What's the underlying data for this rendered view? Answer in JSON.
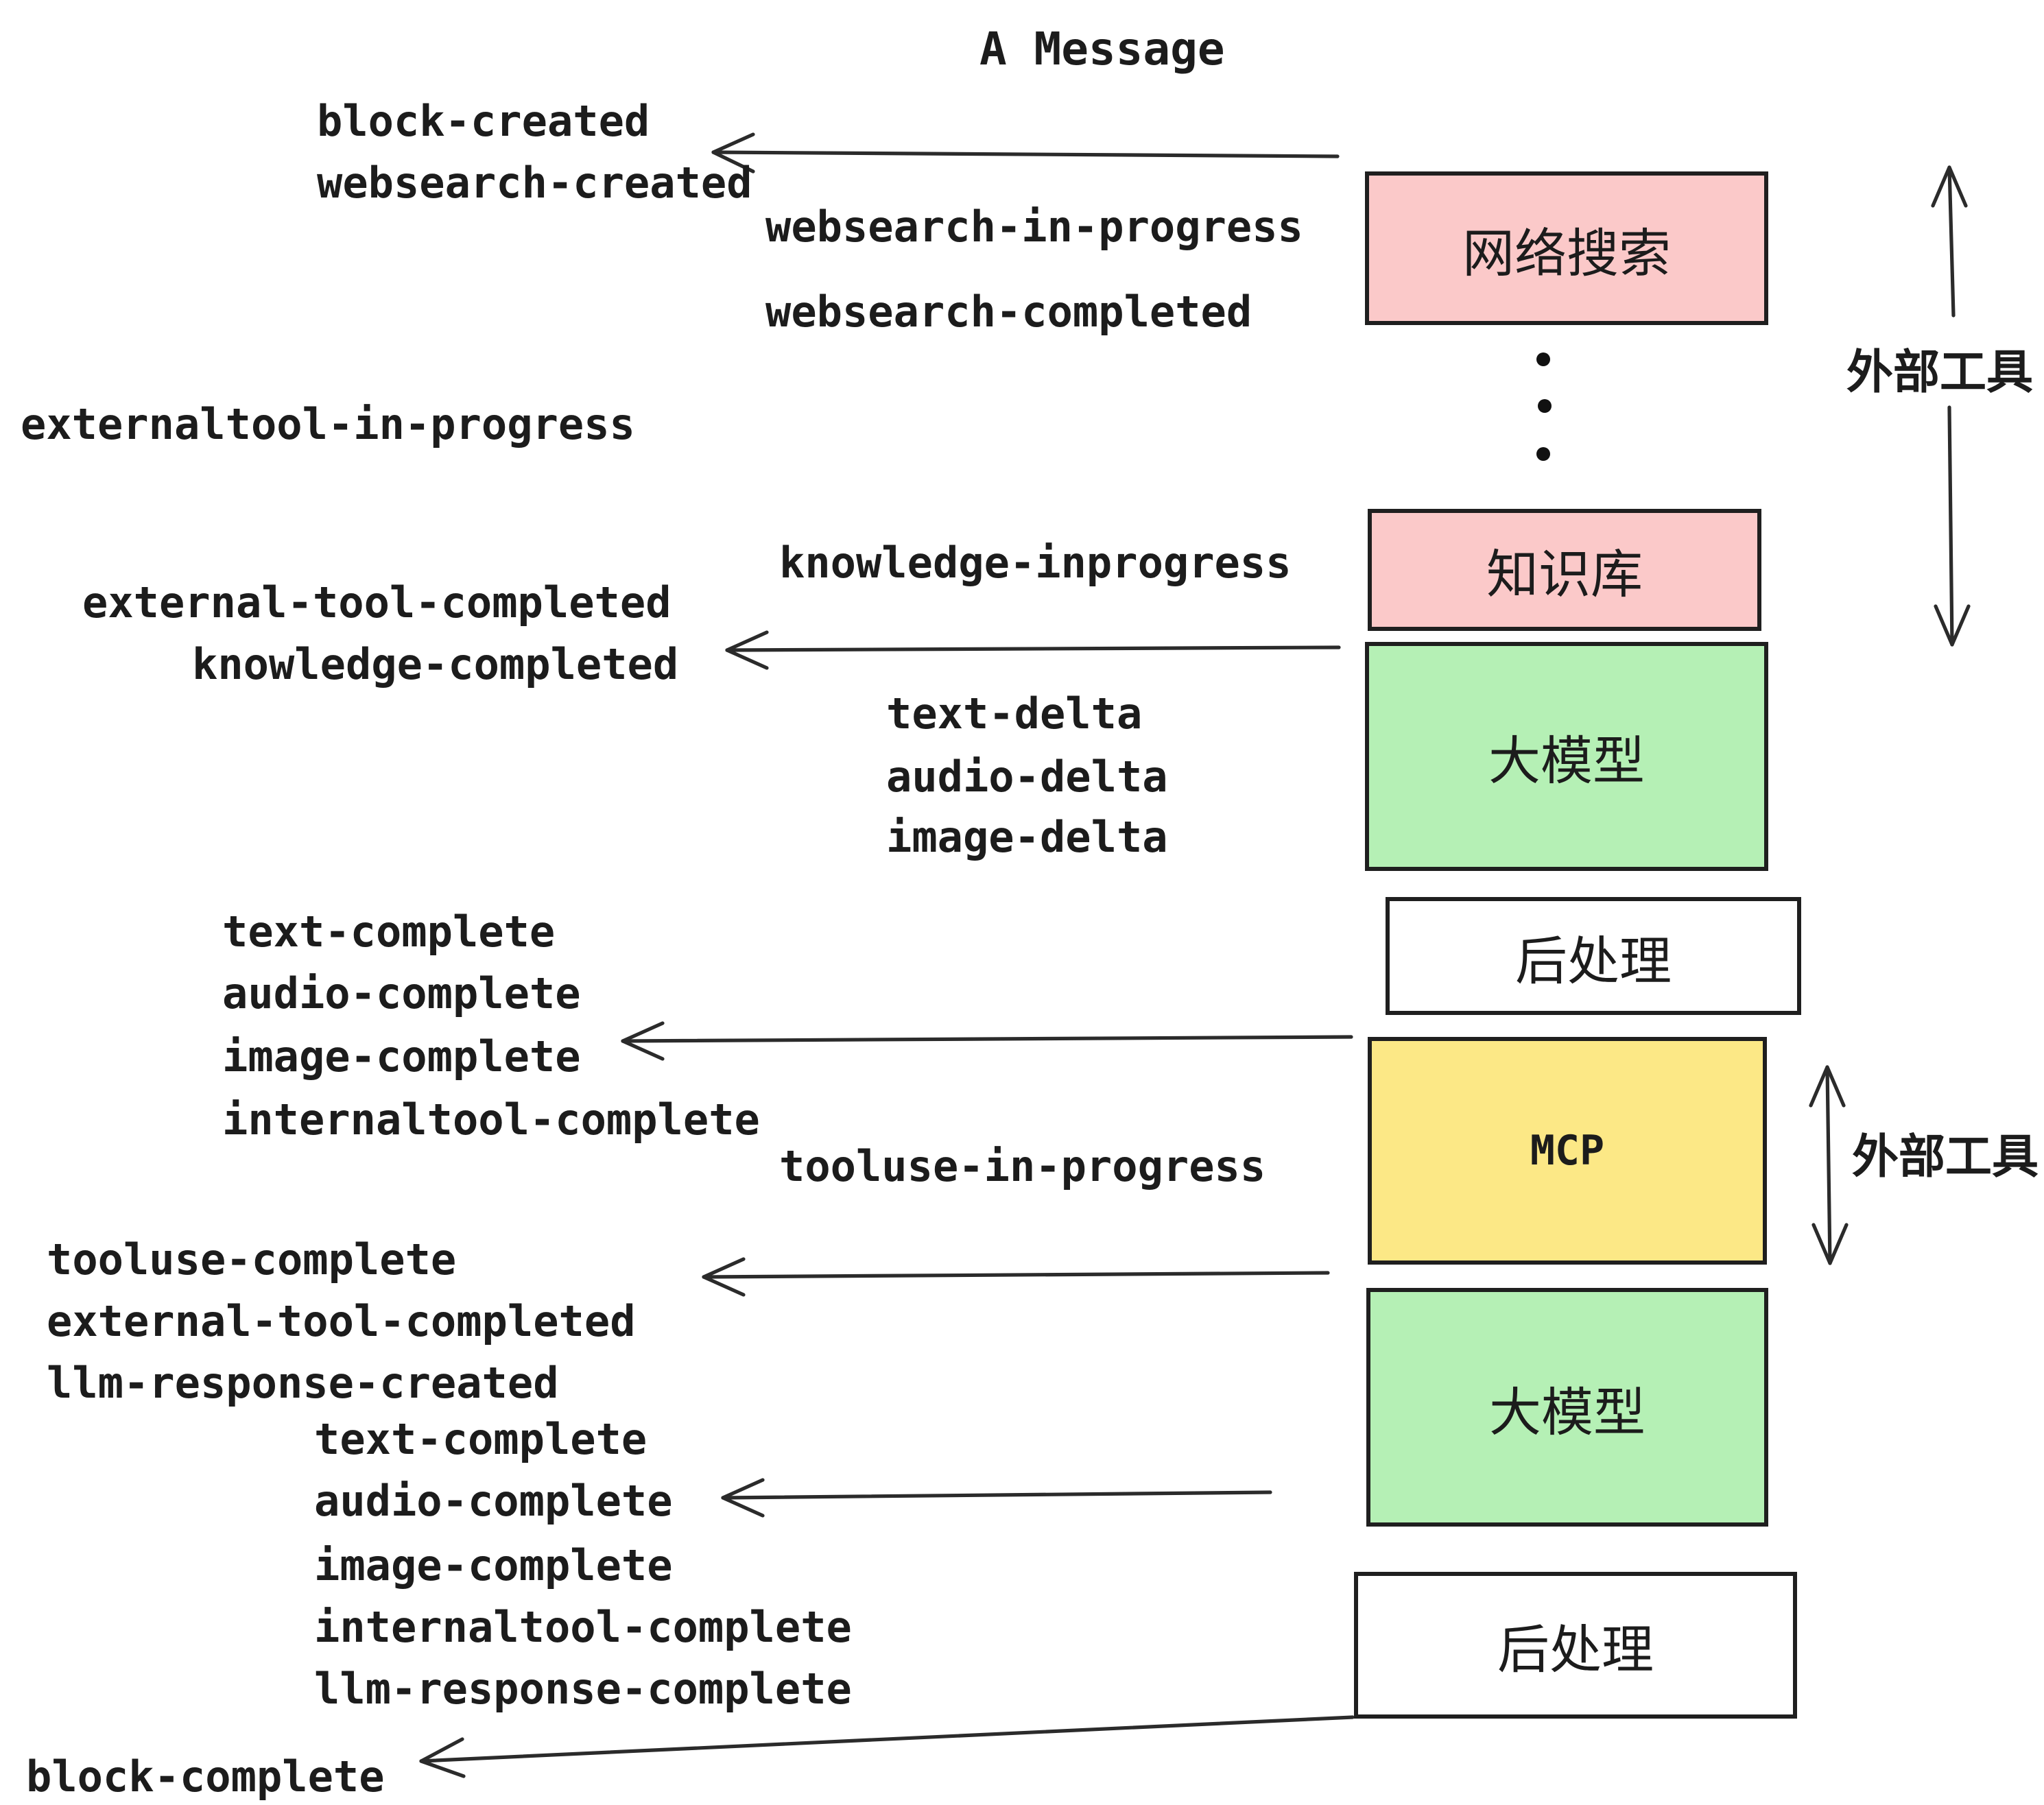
{
  "title": "A Message",
  "events": [
    "block-created",
    "websearch-created",
    "websearch-in-progress",
    "websearch-completed",
    "externaltool-in-progress",
    "knowledge-inprogress",
    "external-tool-completed",
    "knowledge-completed",
    "text-delta",
    "audio-delta",
    "image-delta",
    "text-complete",
    "audio-complete",
    "image-complete",
    "internaltool-complete",
    "tooluse-in-progress",
    "tooluse-complete",
    "external-tool-completed",
    "llm-response-created",
    "text-complete",
    "audio-complete",
    "image-complete",
    "internaltool-complete",
    "llm-response-complete",
    "block-complete"
  ],
  "boxes": [
    {
      "label": "网络搜索",
      "meaning": "web-search",
      "color": "#fbc9c9"
    },
    {
      "label": "知识库",
      "meaning": "knowledge-base",
      "color": "#fbc9c9"
    },
    {
      "label": "大模型",
      "meaning": "llm",
      "color": "#b5f0b5"
    },
    {
      "label": "后处理",
      "meaning": "post-processing",
      "color": "#ffffff"
    },
    {
      "label": "MCP",
      "meaning": "mcp",
      "color": "#fce886"
    },
    {
      "label": "大模型",
      "meaning": "llm",
      "color": "#b5f0b5"
    },
    {
      "label": "后处理",
      "meaning": "post-processing",
      "color": "#ffffff"
    }
  ],
  "side_labels": [
    "外部工具",
    "外部工具"
  ],
  "colors": {
    "pink": "#fbc9c9",
    "green": "#b5f0b5",
    "yellow": "#fce886",
    "white": "#ffffff",
    "border": "#1f1f1f",
    "line": "#2b2b2b",
    "text": "#1c1c1c"
  }
}
